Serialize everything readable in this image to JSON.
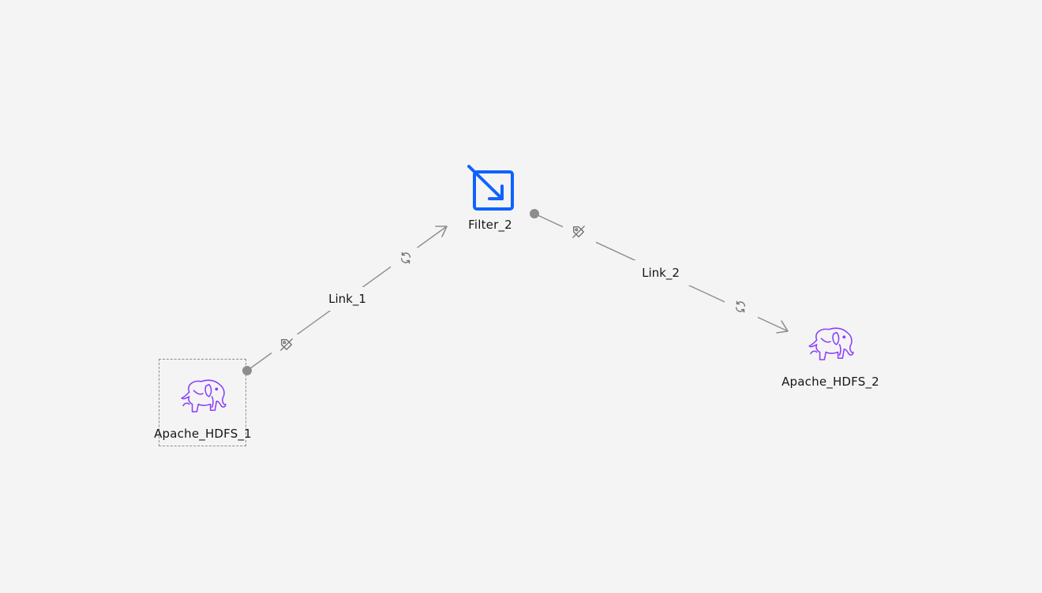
{
  "nodes": [
    {
      "id": "hdfs1",
      "label": "Apache_HDFS_1",
      "icon": "hadoop-elephant-icon",
      "selected": true
    },
    {
      "id": "filter",
      "label": "Filter_2",
      "icon": "filter-arrow-icon"
    },
    {
      "id": "hdfs2",
      "label": "Apache_HDFS_2",
      "icon": "hadoop-elephant-icon"
    }
  ],
  "links": [
    {
      "id": "link1",
      "label": "Link_1",
      "from": "hdfs1",
      "to": "filter",
      "icons": [
        "tag-off-icon",
        "refresh-icon"
      ]
    },
    {
      "id": "link2",
      "label": "Link_2",
      "from": "filter",
      "to": "hdfs2",
      "icons": [
        "tag-off-icon",
        "refresh-icon"
      ]
    }
  ],
  "colors": {
    "background": "#f4f4f4",
    "link_line": "#8d8d8d",
    "filter_icon": "#0f62fe",
    "hadoop_icon": "#8a3ffc",
    "link_icon": "#6f6f6f"
  }
}
